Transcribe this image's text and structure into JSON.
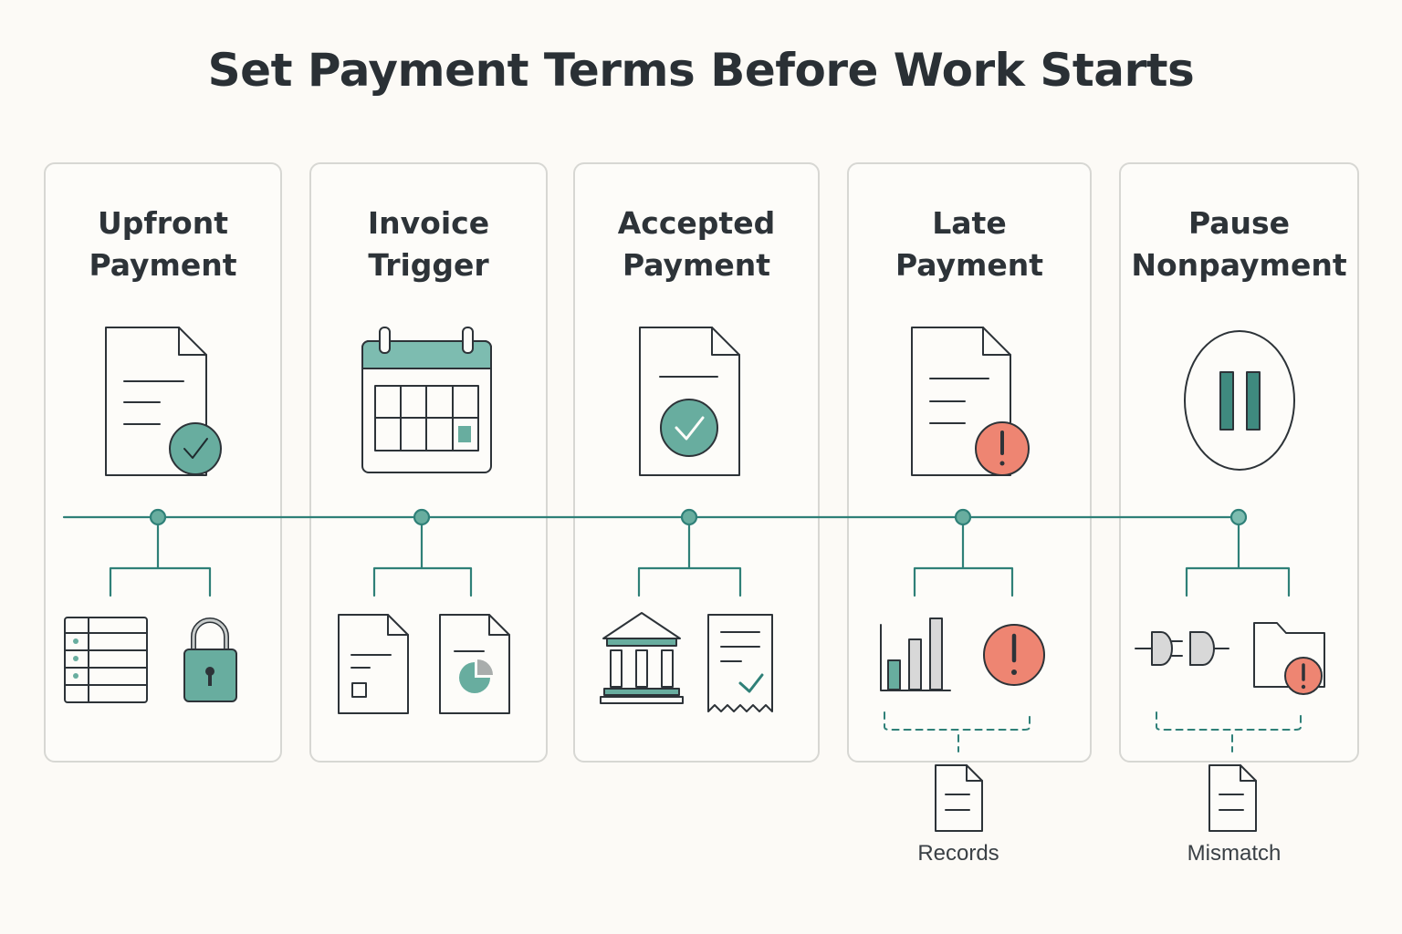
{
  "title": "Set Payment Terms Before Work Starts",
  "columns": [
    {
      "line1": "Upfront",
      "line2": "Payment",
      "main_icon": "document-check-icon",
      "sub_icons": [
        "table-list-icon",
        "padlock-icon"
      ]
    },
    {
      "line1": "Invoice",
      "line2": "Trigger",
      "main_icon": "calendar-icon",
      "sub_icons": [
        "document-checkbox-icon",
        "document-pie-chart-icon"
      ]
    },
    {
      "line1": "Accepted",
      "line2": "Payment",
      "main_icon": "document-check-icon",
      "sub_icons": [
        "bank-building-icon",
        "receipt-check-icon"
      ]
    },
    {
      "line1": "Late",
      "line2": "Payment",
      "main_icon": "document-alert-icon",
      "sub_icons": [
        "bar-chart-icon",
        "alert-circle-icon"
      ]
    },
    {
      "line1": "Pause",
      "line2": "Nonpayment",
      "main_icon": "pause-circle-icon",
      "sub_icons": [
        "plug-disconnect-icon",
        "folder-alert-icon"
      ]
    }
  ],
  "notes": [
    {
      "label": "Records",
      "icon": "document-icon"
    },
    {
      "label": "Mismatch",
      "icon": "document-icon"
    }
  ],
  "colors": {
    "teal": "#68ad9f",
    "teal_line": "#2f8078",
    "teal_light": "#7dbcb0",
    "alert": "#ee8572",
    "ink": "#2d3338",
    "card_border": "#d7d7d3"
  }
}
